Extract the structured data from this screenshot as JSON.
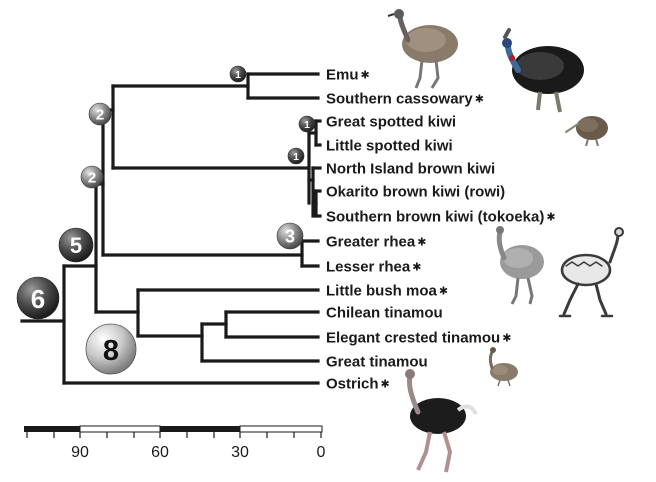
{
  "tree": {
    "taxa": [
      {
        "label": "Emu",
        "asterisk": true
      },
      {
        "label": "Southern cassowary",
        "asterisk": true
      },
      {
        "label": "Great spotted kiwi",
        "asterisk": false
      },
      {
        "label": "Little spotted kiwi",
        "asterisk": false
      },
      {
        "label": "North Island brown kiwi",
        "asterisk": false
      },
      {
        "label": "Okarito brown kiwi (rowi)",
        "asterisk": false
      },
      {
        "label": "Southern brown kiwi (tokoeka)",
        "asterisk": true
      },
      {
        "label": "Greater rhea",
        "asterisk": true
      },
      {
        "label": "Lesser rhea",
        "asterisk": true
      },
      {
        "label": "Little bush moa",
        "asterisk": true
      },
      {
        "label": "Chilean tinamou",
        "asterisk": false
      },
      {
        "label": "Elegant crested tinamou",
        "asterisk": true
      },
      {
        "label": "Great tinamou",
        "asterisk": false
      },
      {
        "label": "Ostrich",
        "asterisk": true
      }
    ],
    "node_markers": [
      "1",
      "1",
      "1",
      "2",
      "2",
      "3",
      "5",
      "6",
      "8"
    ],
    "asterisk_symbol": "✱"
  },
  "time_axis": {
    "tick_labels": [
      "90",
      "60",
      "30",
      "0"
    ]
  },
  "bird_icons": [
    "emu-icon",
    "cassowary-icon",
    "kiwi-icon",
    "rhea-icon",
    "moa-skeleton-icon",
    "tinamou-icon",
    "ostrich-icon"
  ]
}
